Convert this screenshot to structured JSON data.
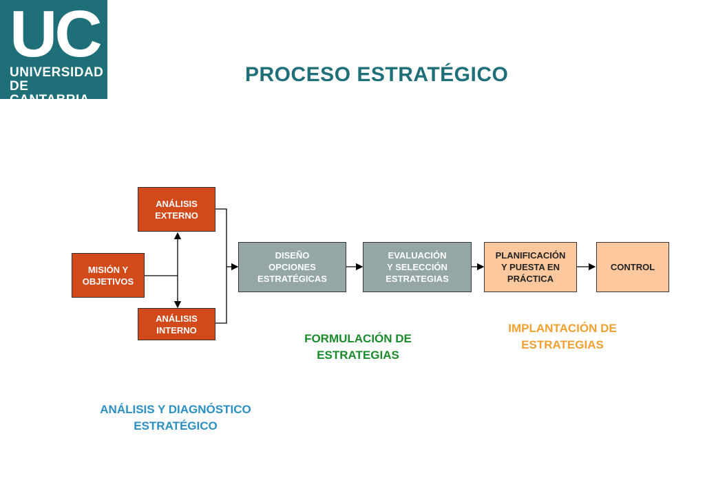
{
  "logo": {
    "mark": "UC",
    "line1": "UNIVERSIDAD",
    "line2": "DE CANTABRIA"
  },
  "title": "PROCESO  ESTRATÉGICO",
  "boxes": {
    "analisis_externo": "ANÁLISIS\nEXTERNO",
    "mision": "MISIÓN Y\nOBJETIVOS",
    "analisis_interno": "ANÁLISIS\nINTERNO",
    "diseno": "DISEÑO\nOPCIONES\nESTRATÉGICAS",
    "evaluacion": "EVALUACIÓN\nY SELECCIÓN\nESTRATEGIAS",
    "planificacion": "PLANIFICACIÓN\nY PUESTA EN\nPRÁCTICA",
    "control": "CONTROL"
  },
  "phases": {
    "formulacion": "FORMULACIÓN  DE\nESTRATEGIAS",
    "implantacion": "IMPLANTACIÓN  DE\nESTRATEGIAS",
    "analisis": "ANÁLISIS  Y  DIAGNÓSTICO\nESTRATÉGICO"
  },
  "colors": {
    "brand": "#1f6f78",
    "orange_box": "#d2491a",
    "grey_box": "#94a6a6",
    "peach_box": "#fdc89d",
    "formulacion_text": "#1a8a2a",
    "implantacion_text": "#f0a030",
    "analisis_text": "#2a8fc0"
  }
}
